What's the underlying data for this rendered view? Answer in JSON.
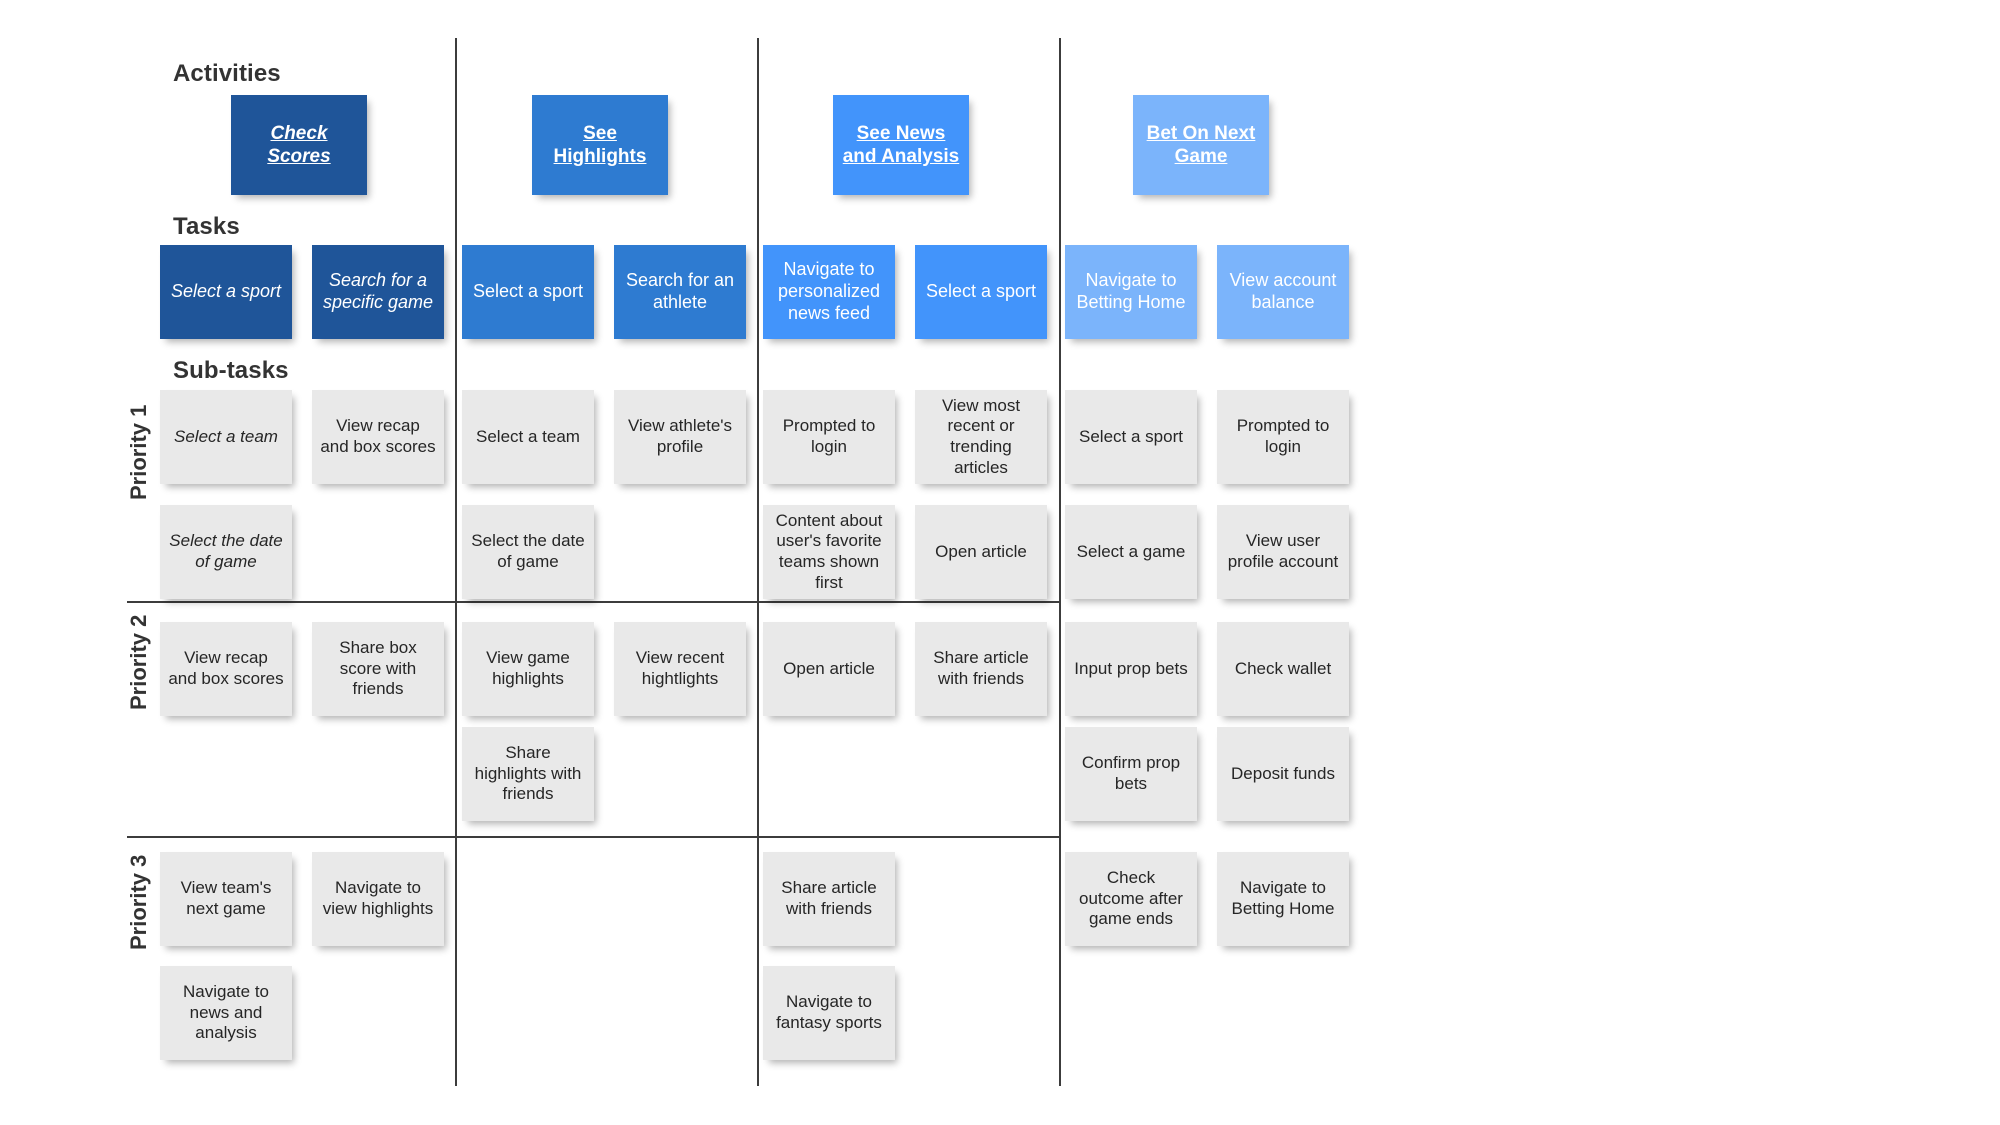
{
  "section_labels": {
    "activities": "Activities",
    "tasks": "Tasks",
    "subtasks": "Sub-tasks"
  },
  "priority_labels": [
    {
      "id": "priority-1",
      "label": "Priority 1"
    },
    {
      "id": "priority-2",
      "label": "Priority 2"
    },
    {
      "id": "priority-3",
      "label": "Priority 3"
    }
  ],
  "colors": {
    "activity_col1": "#1f5599",
    "activity_col2": "#2e7bd1",
    "activity_col3": "#4294fb",
    "activity_col4": "#7bb4fb",
    "task_col1": "#1f5599",
    "task_col2": "#2e7bd1",
    "task_col3": "#4294fb",
    "task_col4": "#7bb4fb",
    "subtask": "#e9e9e9",
    "divider": "#3c3c3c",
    "text_dark": "#333333",
    "text_light": "#ffffff"
  },
  "columns": [
    {
      "id": "check-scores",
      "activity": "Check Scores",
      "tasks": [
        "Select a sport",
        "Search for a specific game"
      ],
      "priority1": [
        "Select a team",
        "View recap and box scores",
        "Select the date of game",
        ""
      ],
      "priority2": [
        "View recap and box scores",
        "Share box score with friends",
        "",
        ""
      ],
      "priority3": [
        "View team's next game",
        "Navigate to view highlights",
        "Navigate to news and analysis",
        ""
      ]
    },
    {
      "id": "see-highlights",
      "activity": "See Highlights",
      "tasks": [
        "Select a sport",
        "Search for an athlete"
      ],
      "priority1": [
        "Select a team",
        "View athlete's profile",
        "Select the date of game",
        ""
      ],
      "priority2": [
        "View game highlights",
        "View recent hightlights",
        "Share highlights with friends",
        ""
      ],
      "priority3": [
        "",
        "",
        "",
        ""
      ]
    },
    {
      "id": "see-news-and-analysis",
      "activity": "See News and Analysis",
      "tasks": [
        "Navigate to personalized news feed",
        "Select a sport"
      ],
      "priority1": [
        "Prompted to login",
        "View most recent or trending articles",
        "Content about user's favorite teams shown first",
        "Open article"
      ],
      "priority2": [
        "Open article",
        "Share article with friends",
        "",
        ""
      ],
      "priority3": [
        "Share article with friends",
        "",
        "Navigate to fantasy sports",
        ""
      ]
    },
    {
      "id": "bet-on-next-game",
      "activity": "Bet On Next Game",
      "tasks": [
        "Navigate to Betting Home",
        "View account balance"
      ],
      "priority1": [
        "Select a sport",
        "Prompted to login",
        "Select a game",
        "View user profile account"
      ],
      "priority2": [
        "Input prop bets",
        "Check wallet",
        "Confirm prop bets",
        "Deposit funds"
      ],
      "priority3": [
        "Check outcome after game ends",
        "Navigate to Betting Home",
        "",
        ""
      ]
    }
  ]
}
